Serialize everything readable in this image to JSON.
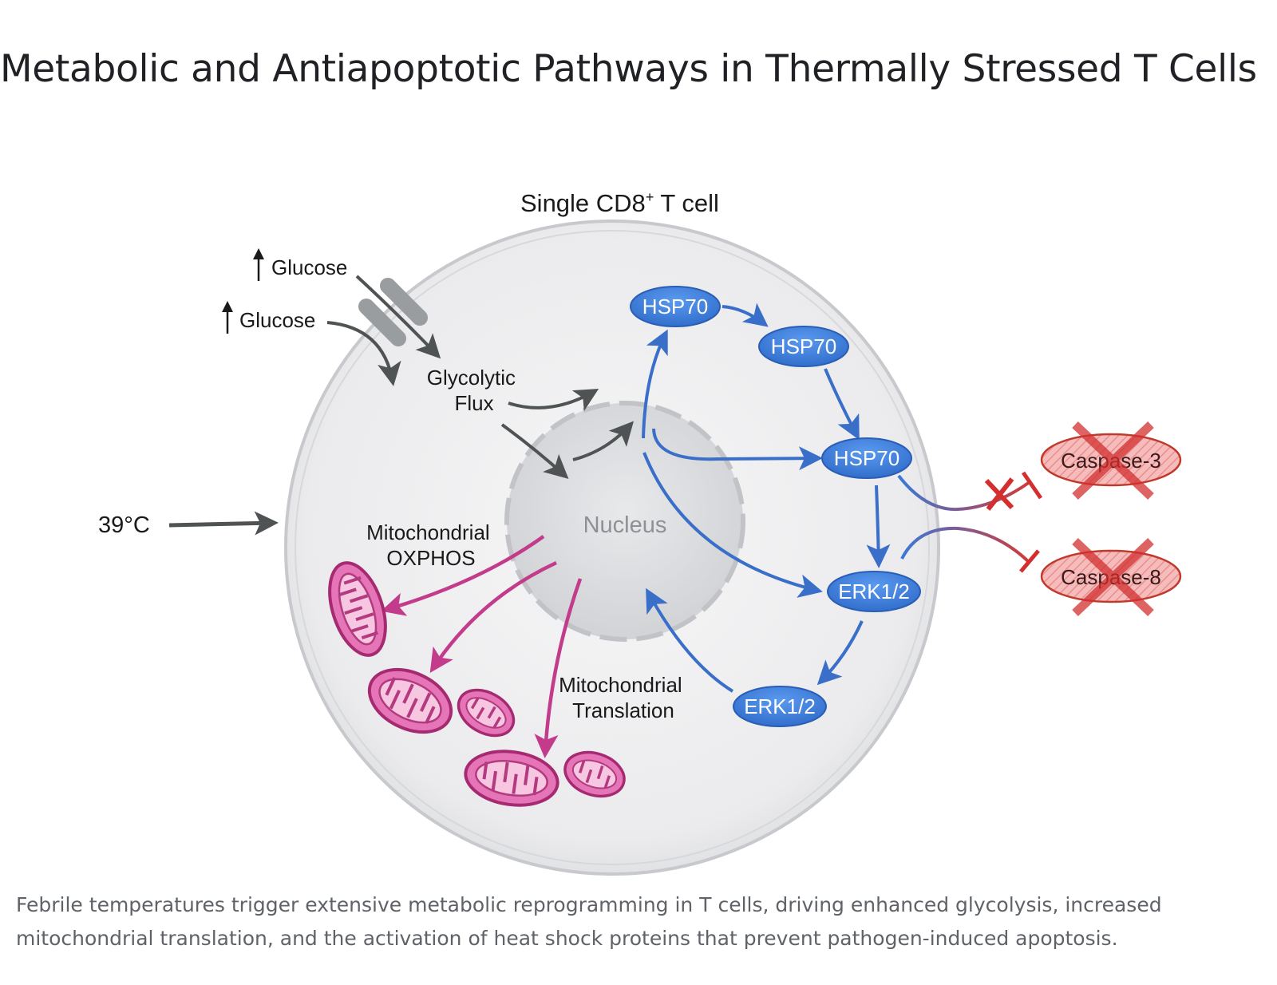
{
  "title": "Metabolic and Antiapoptotic Pathways in Thermally Stressed T Cells",
  "caption": "Febrile temperatures trigger extensive metabolic reprogramming in T cells, driving enhanced glycolysis, increased mitochondrial translation, and the activation of heat shock proteins that prevent pathogen-induced apoptosis.",
  "diagram": {
    "cell_label_main": "Single CD8",
    "cell_label_sup": "+",
    "cell_label_rest": " T cell",
    "nucleus_label": "Nucleus",
    "temperature_label": "39°C",
    "glucose_label_1": "Glucose",
    "glucose_label_2": "Glucose",
    "glycolytic_label_line1": "Glycolytic",
    "glycolytic_label_line2": "Flux",
    "oxphos_label_line1": "Mitochondrial",
    "oxphos_label_line2": "OXPHOS",
    "translation_label_line1": "Mitochondrial",
    "translation_label_line2": "Translation",
    "hsp70_1": "HSP70",
    "hsp70_2": "HSP70",
    "hsp70_3": "HSP70",
    "erk_1": "ERK1/2",
    "erk_2": "ERK1/2",
    "caspase_3": "Caspase-3",
    "caspase_8": "Caspase-8",
    "colors": {
      "hsp_blue": "#3f7fdc",
      "arrow_blue": "#3a6fc9",
      "mito_magenta": "#c33b8b",
      "mito_fill": "#e575b7",
      "inhibit_red": "#d32f2f",
      "dark_arrow": "#4f5354",
      "cell_fill": "#ececee",
      "nucleus_fill": "#d5d7d9"
    }
  }
}
